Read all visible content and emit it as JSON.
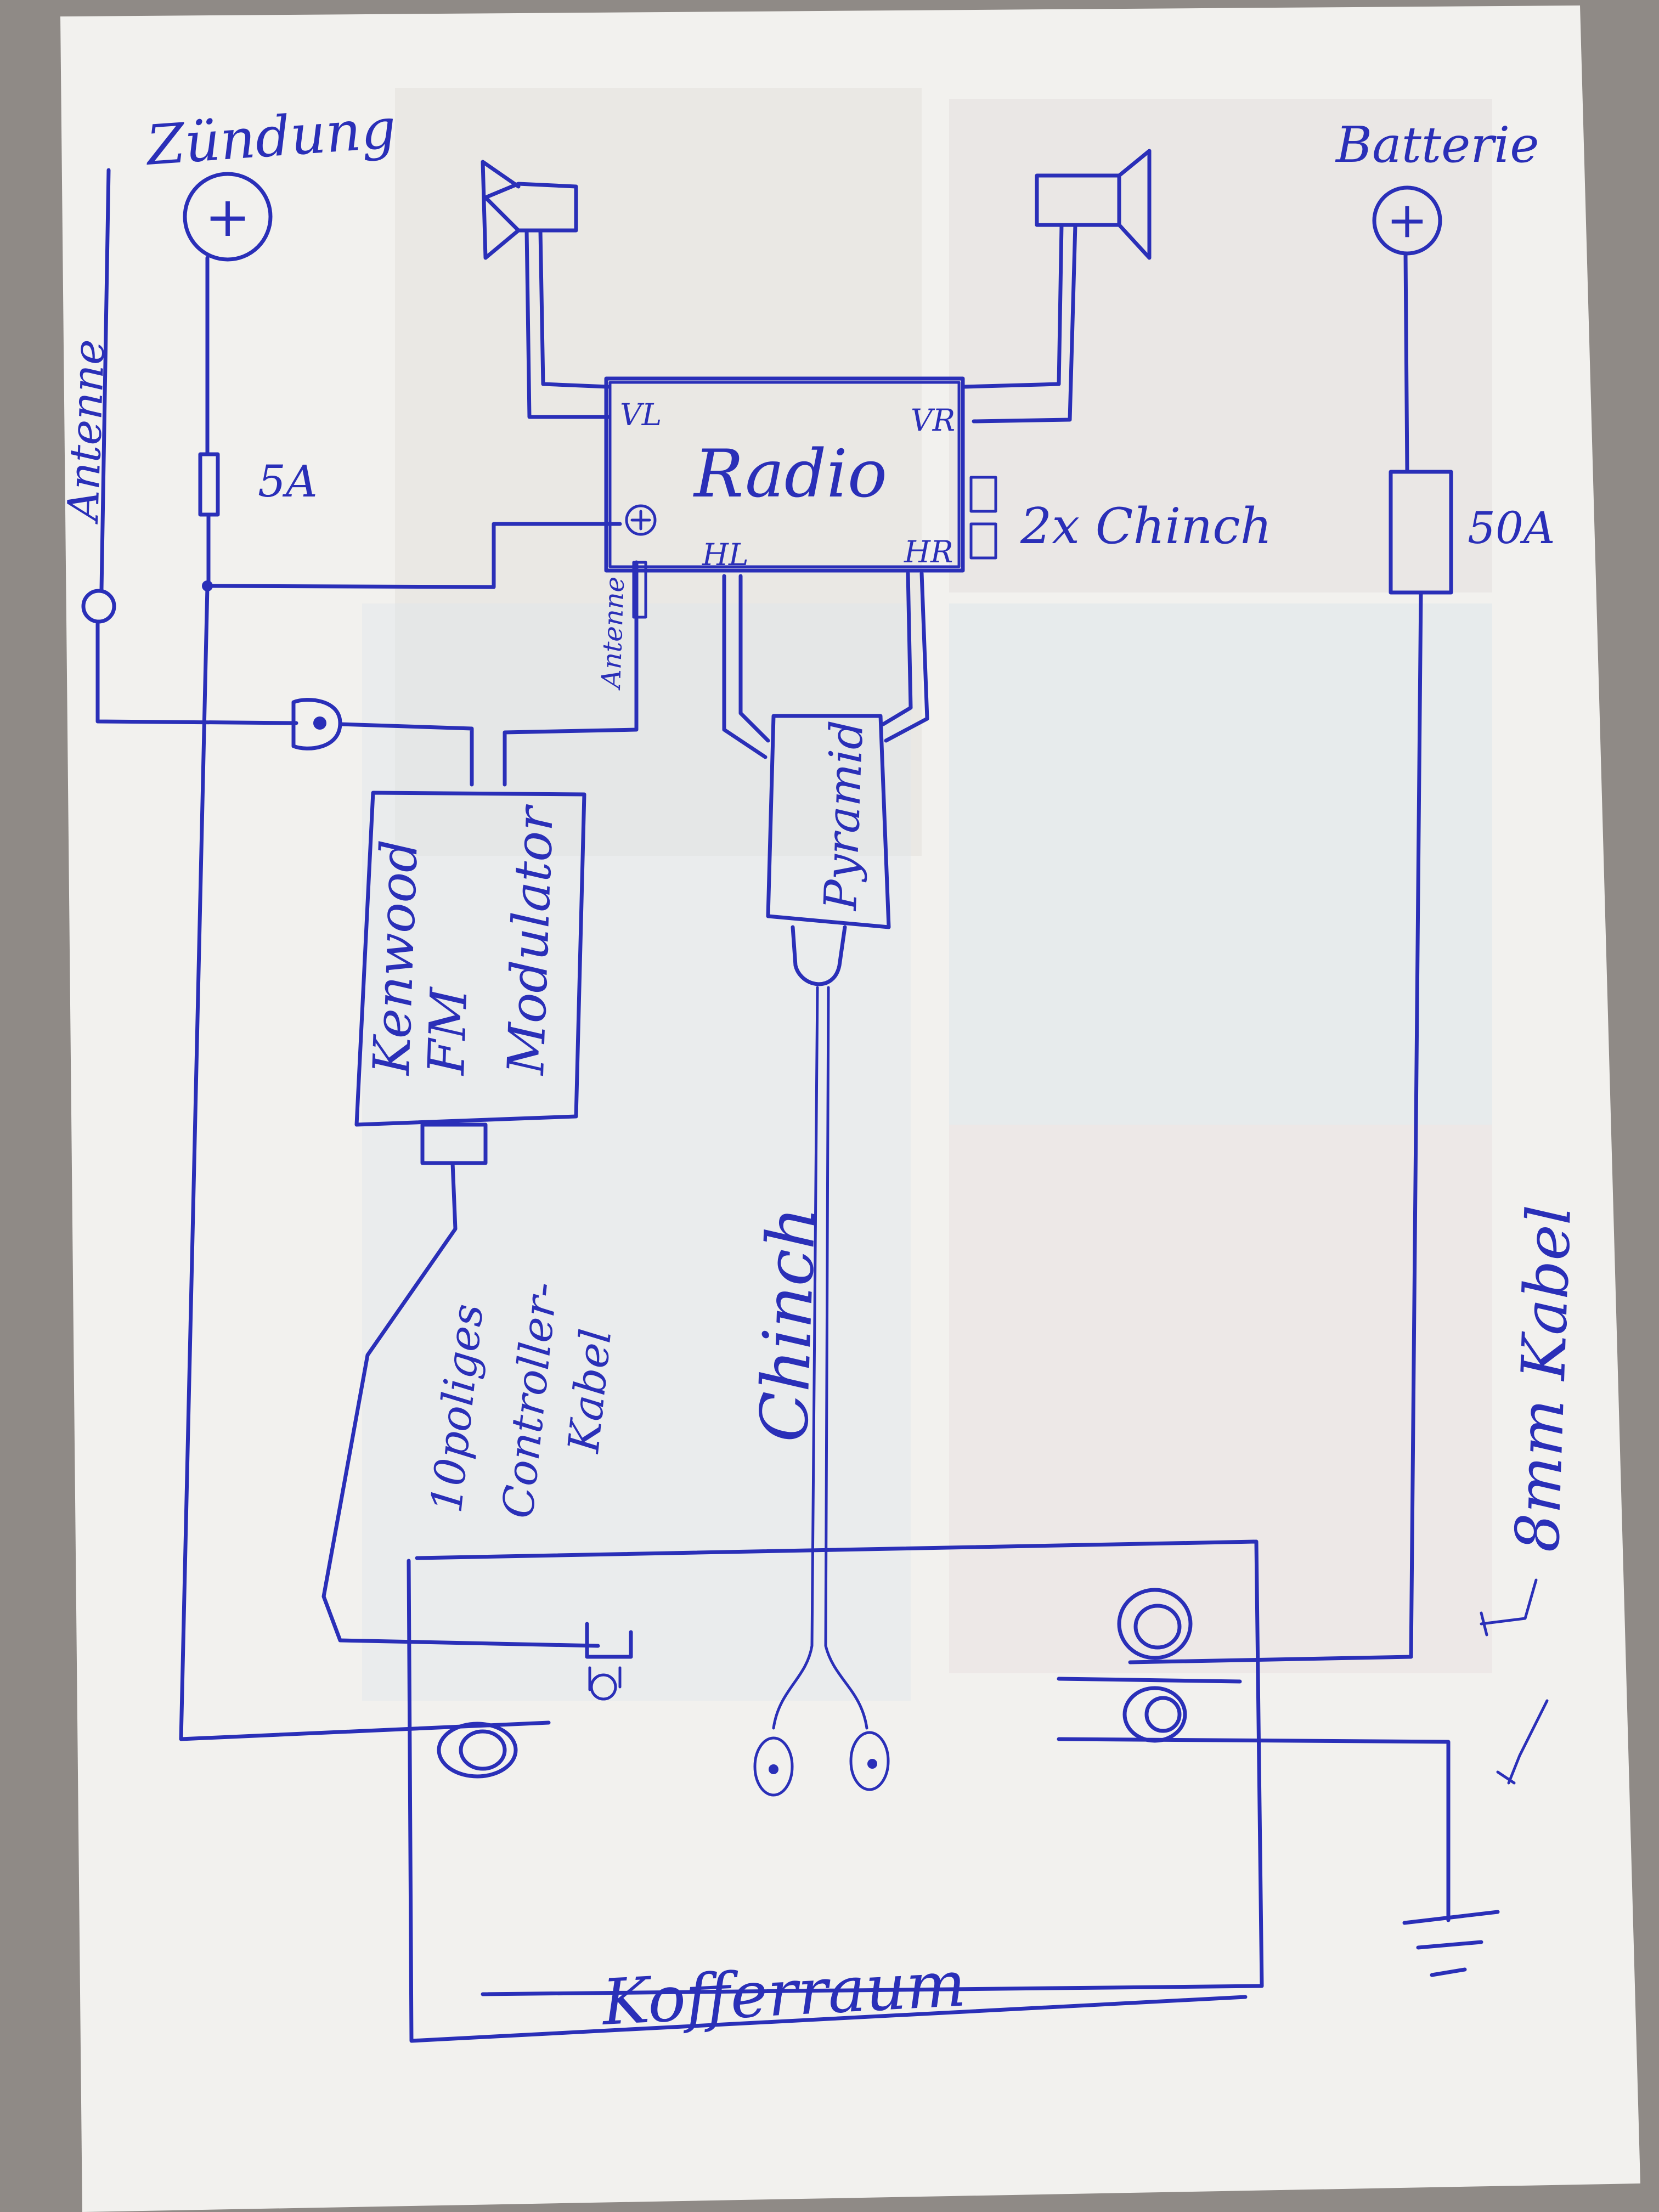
{
  "labels": {
    "zuendung": "Zündung",
    "batterie": "Batterie",
    "antenne_left": "Antenne",
    "fuse_5a": "5A",
    "fuse_50a": "50A",
    "radio": "Radio",
    "vl": "VL",
    "vr": "VR",
    "hl": "HL",
    "hr": "HR",
    "chinch_2x": "2x Chinch",
    "antenne_radio": "Antenne",
    "kenwood_line1": "Kenwood",
    "kenwood_line2": "FM",
    "modulator": "Modulator",
    "pyramid": "Pyramid",
    "controller_line1": "10poliges",
    "controller_line2": "Controller-",
    "controller_line3": "Kabel",
    "chinch_vertical": "Chinch",
    "kabel_8mm": "8mm Kabel",
    "kofferraum": "Kofferraum",
    "plus_left": "+",
    "plus_right": "+"
  },
  "colors": {
    "ink": "#2a2fb8",
    "paper": "#f2f1ee"
  }
}
